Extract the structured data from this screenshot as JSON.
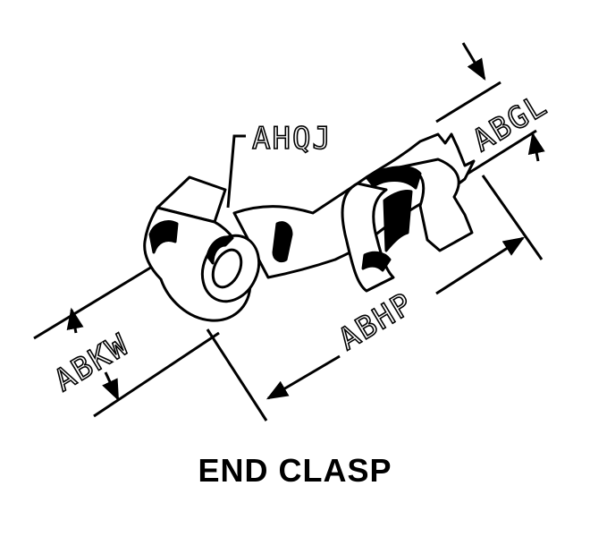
{
  "diagram": {
    "title": "END CLASP",
    "labels": {
      "ahqj": "AHQJ",
      "abgl": "ABGL",
      "abhp": "ABHP",
      "abkw": "ABKW"
    }
  }
}
